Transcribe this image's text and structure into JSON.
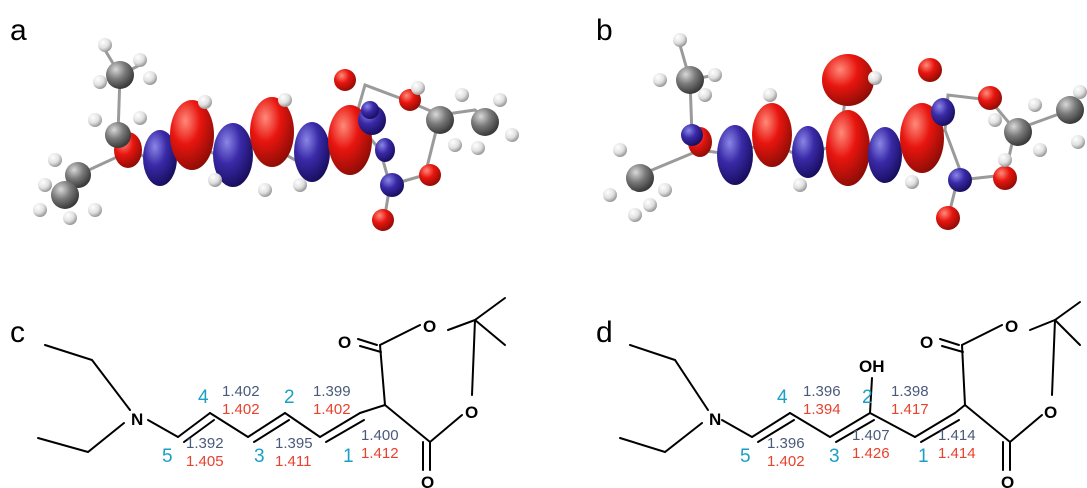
{
  "panels": {
    "a": {
      "label": "a"
    },
    "b": {
      "label": "b"
    },
    "c": {
      "label": "c",
      "atoms": {
        "N": "N",
        "O_top": "O",
        "O_ring_top": "O",
        "O_ring_bottom": "O",
        "O_bottom": "O"
      },
      "bond_numbers": [
        "1",
        "2",
        "3",
        "4",
        "5"
      ],
      "bond_lengths": {
        "b4_gray": "1.402",
        "b4_red": "1.402",
        "b2_gray": "1.399",
        "b2_red": "1.402",
        "b5_gray": "1.392",
        "b5_red": "1.405",
        "b3_gray": "1.395",
        "b3_red": "1.411",
        "b1_gray": "1.400",
        "b1_red": "1.412"
      }
    },
    "d": {
      "label": "d",
      "atoms": {
        "N": "N",
        "OH": "OH",
        "O_top": "O",
        "O_ring_top": "O",
        "O_ring_bottom": "O",
        "O_bottom": "O"
      },
      "bond_numbers": [
        "1",
        "2",
        "3",
        "4",
        "5"
      ],
      "bond_lengths": {
        "b4_gray": "1.396",
        "b4_red": "1.394",
        "b2_gray": "1.398",
        "b2_red": "1.417",
        "b5_gray": "1.396",
        "b5_red": "1.402",
        "b3_gray": "1.407",
        "b3_red": "1.426",
        "b1_gray": "1.414",
        "b1_red": "1.414"
      }
    }
  },
  "colors": {
    "orbital_positive": "#e8150f",
    "orbital_negative": "#3a2aa8",
    "carbon": "#6e6e6e",
    "hydrogen": "#e6e6e6",
    "oxygen": "#e8150f",
    "nitrogen": "#3a2aa8",
    "bond_length_computed": "#4a5a7a",
    "bond_length_reference": "#e8412c",
    "bond_index": "#1a9fc6"
  }
}
